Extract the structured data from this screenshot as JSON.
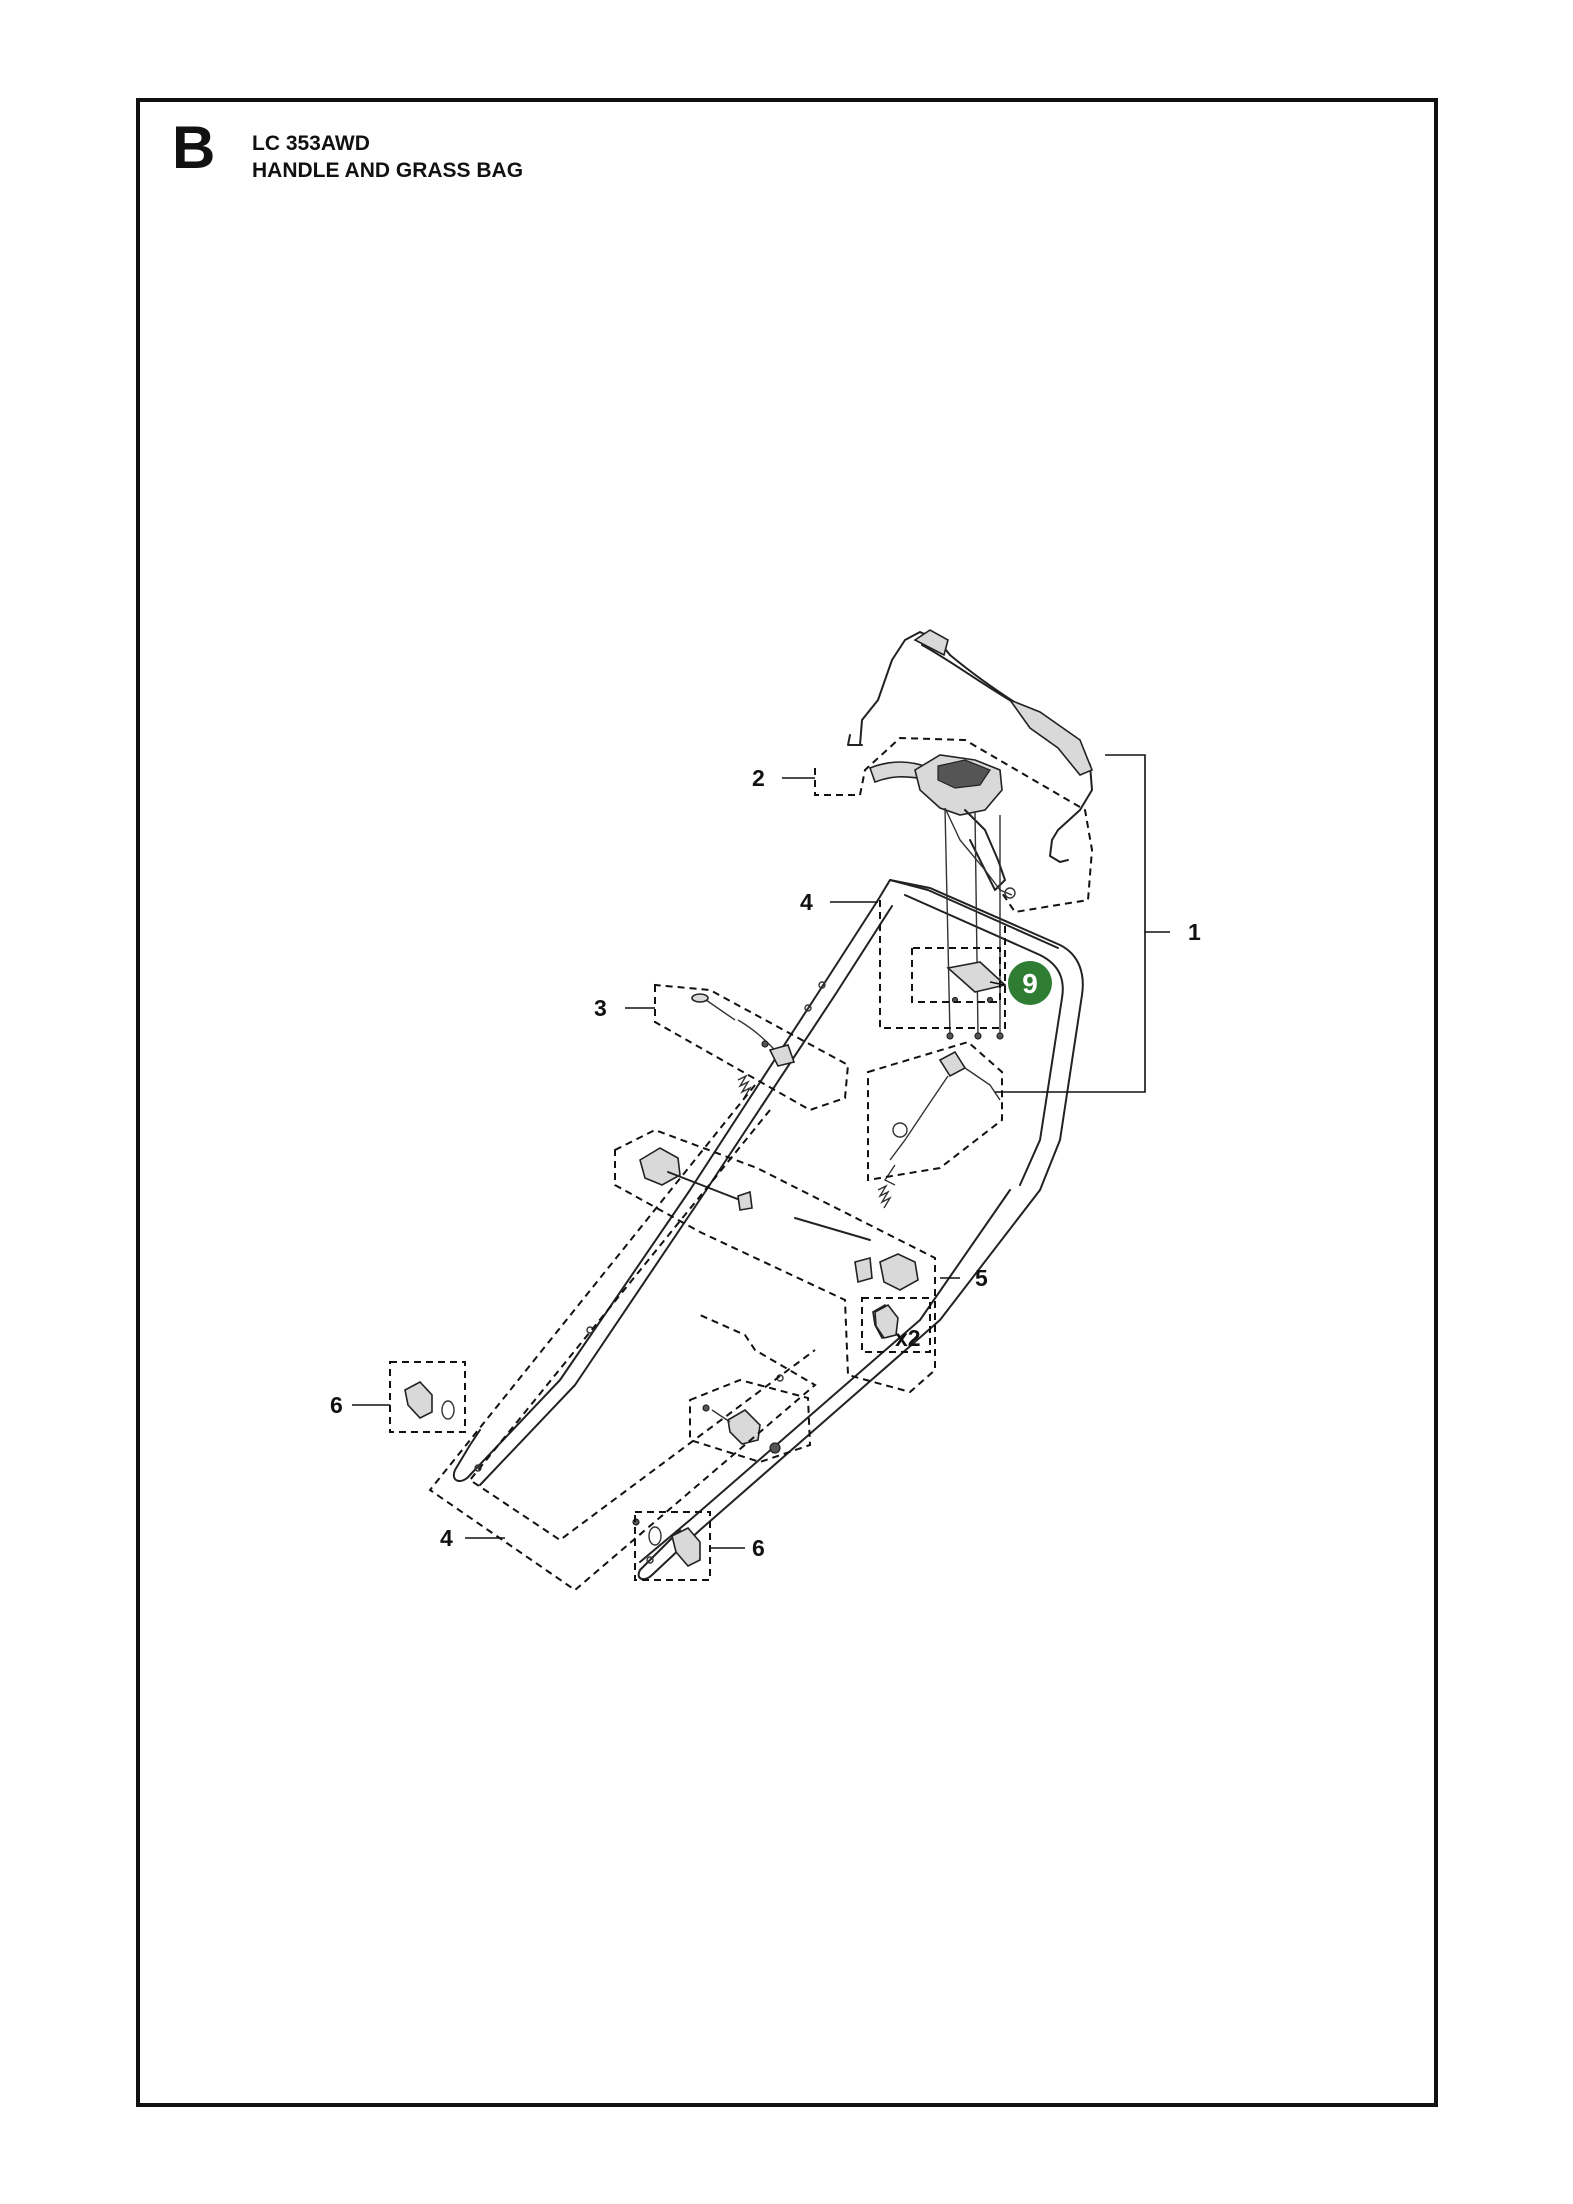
{
  "header": {
    "section_letter": "B",
    "model": "LC 353AWD",
    "title": "HANDLE AND GRASS BAG"
  },
  "callouts": [
    {
      "label": "1"
    },
    {
      "label": "2"
    },
    {
      "label": "3"
    },
    {
      "label": "4"
    },
    {
      "label": "4"
    },
    {
      "label": "5"
    },
    {
      "label": "6"
    },
    {
      "label": "6"
    },
    {
      "label": "x2"
    }
  ],
  "highlight": {
    "label": "9",
    "color": "#2e7d32"
  }
}
